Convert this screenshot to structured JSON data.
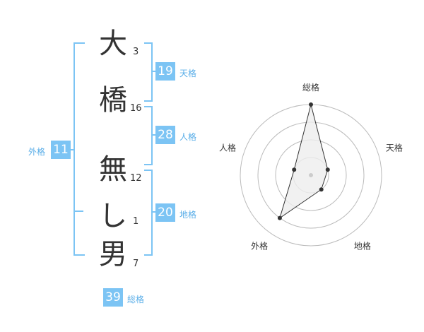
{
  "name": {
    "chars": [
      {
        "char": "大",
        "strokes": "3"
      },
      {
        "char": "橋",
        "strokes": "16"
      },
      {
        "char": "無",
        "strokes": "12"
      },
      {
        "char": "し",
        "strokes": "1"
      },
      {
        "char": "男",
        "strokes": "7"
      }
    ]
  },
  "fortune": {
    "tenkaku": {
      "value": "19",
      "label": "天格"
    },
    "jinkaku": {
      "value": "28",
      "label": "人格"
    },
    "chikaku": {
      "value": "20",
      "label": "地格"
    },
    "gaikaku": {
      "value": "11",
      "label": "外格"
    },
    "soukaku": {
      "value": "39",
      "label": "総格"
    }
  },
  "chart_data": {
    "type": "radar",
    "axes": [
      "総格",
      "天格",
      "地格",
      "外格",
      "人格"
    ],
    "values": [
      4,
      1,
      1,
      3,
      1
    ],
    "range": [
      0,
      4
    ],
    "colors": {
      "line": "#333333",
      "fill": "#eeeeee",
      "grid": "#bbbbbb",
      "center": "#cccccc"
    }
  },
  "colors": {
    "accent": "#7cc4f4",
    "label": "#5aaee8"
  }
}
